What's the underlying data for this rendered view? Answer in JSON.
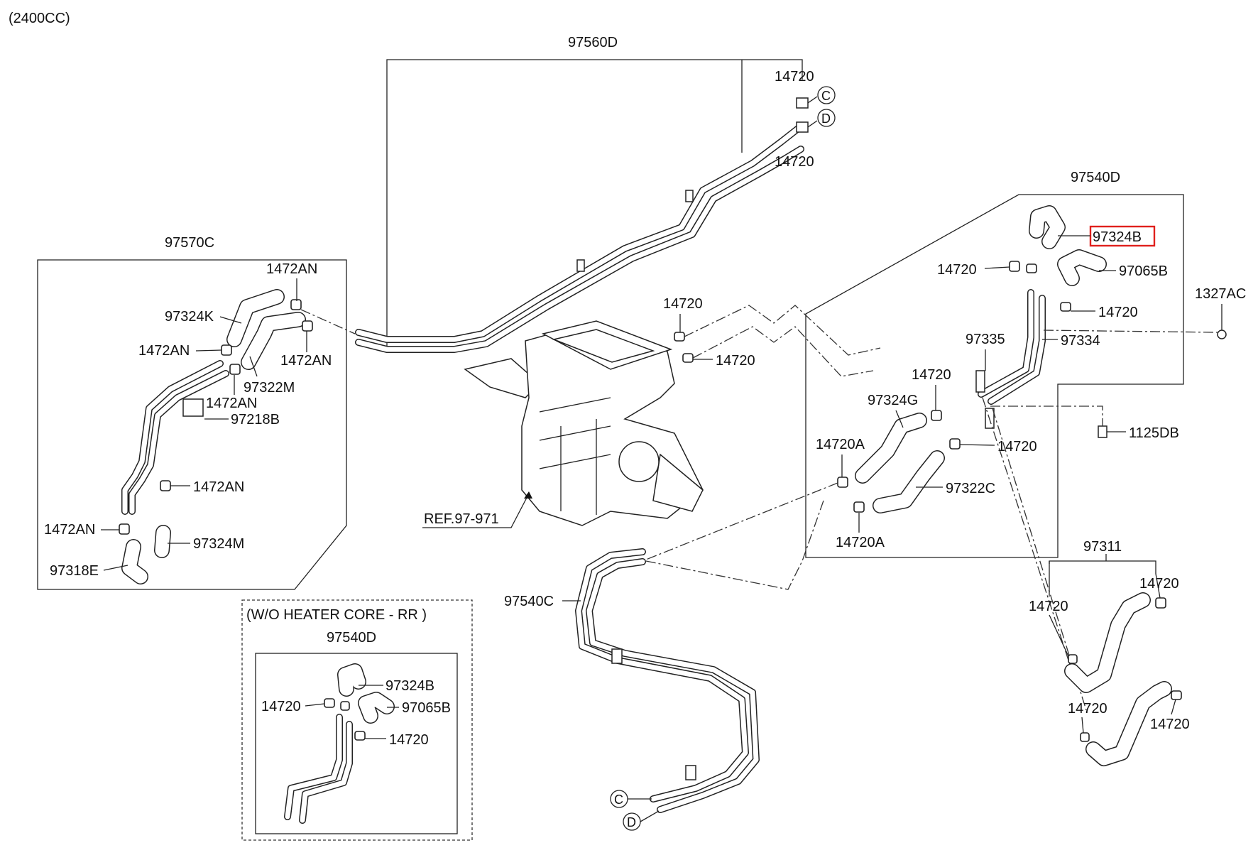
{
  "header": {
    "engine_note": "(2400CC)"
  },
  "callouts": {
    "c": "C",
    "d": "D"
  },
  "labels": {
    "p97560D": "97560D",
    "p14720_c_top": "14720",
    "p14720_d_top": "14720",
    "p97570C": "97570C",
    "p1472AN_a": "1472AN",
    "p97324K": "97324K",
    "p1472AN_b": "1472AN",
    "p1472AN_c": "1472AN",
    "p97322M": "97322M",
    "p1472AN_d": "1472AN",
    "p97218B": "97218B",
    "p1472AN_e": "1472AN",
    "p1472AN_f": "1472AN",
    "p97324M": "97324M",
    "p97318E": "97318E",
    "p14720_hvac_a": "14720",
    "p14720_hvac_b": "14720",
    "ref": "REF.97-971",
    "p97540D": "97540D",
    "p97324B": "97324B",
    "p14720_r1": "14720",
    "p97065B": "97065B",
    "p14720_r2": "14720",
    "p1327AC": "1327AC",
    "p97335": "97335",
    "p97334": "97334",
    "p14720_r3": "14720",
    "p97324G": "97324G",
    "p1125DB": "1125DB",
    "p14720A_a": "14720A",
    "p14720_r4": "14720",
    "p97322C": "97322C",
    "p14720A_b": "14720A",
    "p97540C": "97540C",
    "p97311": "97311",
    "p14720_s1": "14720",
    "p14720_s2": "14720",
    "p14720_s3": "14720",
    "p14720_s4": "14720",
    "inset_title": "(W/O HEATER CORE - RR )",
    "inset_97540D": "97540D",
    "inset_97324B": "97324B",
    "inset_14720_a": "14720",
    "inset_97065B": "97065B",
    "inset_14720_b": "14720"
  },
  "highlight": {
    "part": "97324B",
    "color": "#e0201c"
  }
}
